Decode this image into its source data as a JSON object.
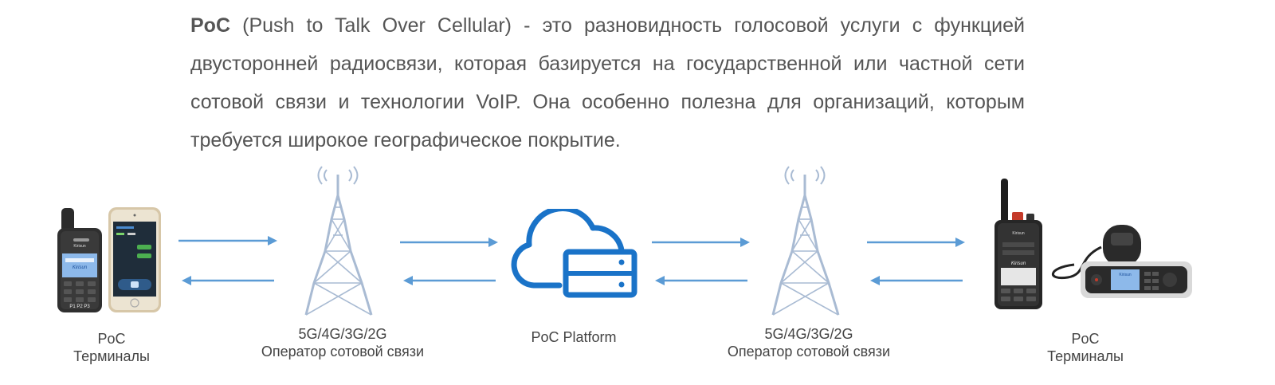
{
  "intro": {
    "term": "PoC",
    "text": " (Push to Talk Over Cellular) - это разновидность голосовой услуги с функцией двусторонней радиосвязи, которая базируется на государственной или частной сети сотовой связи и технологии VoIP. Она особенно полезна для организаций, которым требуется широкое географическое покрытие."
  },
  "diagram": {
    "left_terminals": {
      "line1": "PoC",
      "line2": "Терминалы"
    },
    "tower_left": {
      "line1": "5G/4G/3G/2G",
      "line2": "Оператор сотовой связи"
    },
    "platform": {
      "label": "PoC Platform"
    },
    "tower_right": {
      "line1": "5G/4G/3G/2G",
      "line2": "Оператор сотовой связи"
    },
    "right_terminals": {
      "line1": "PoC",
      "line2": "Терминалы"
    },
    "brand_text": "Kirisun",
    "phone_button": "P1  P2  P3"
  },
  "colors": {
    "arrow": "#5b9bd5",
    "tower": "#a9bbd3",
    "cloud": "#1a73c8",
    "text": "#555555"
  }
}
